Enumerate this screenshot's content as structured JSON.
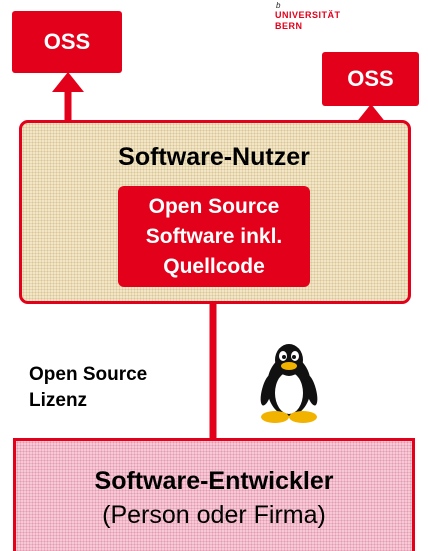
{
  "logo": {
    "mark": "b",
    "line1": "UNIVERSITÄT",
    "line2": "BERN"
  },
  "oss_left": "OSS",
  "oss_right": "OSS",
  "user_box": {
    "title": "Software-Nutzer"
  },
  "center_box": {
    "lines": [
      "Open Source",
      "Software inkl.",
      "Quellcode"
    ]
  },
  "license_label": {
    "lines": [
      "Open Source",
      "Lizenz"
    ]
  },
  "developer_box": {
    "title": "Software-Entwickler",
    "subtitle": "(Person oder Firma)"
  },
  "colors": {
    "accent": "#e2001a",
    "user_box_fill": "#f2e6c6",
    "developer_box_fill": "#f7c9d6"
  },
  "icons": [
    "tux-penguin-icon"
  ]
}
